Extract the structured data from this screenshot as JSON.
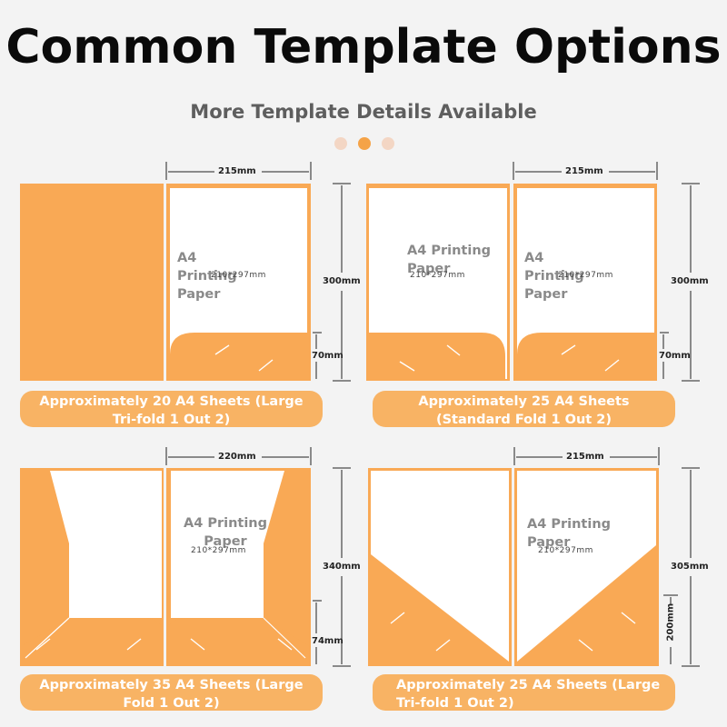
{
  "header": {
    "title": "Common Template Options",
    "subtitle": "More Template Details Available"
  },
  "carousel": {
    "count": 3,
    "active_index": 1
  },
  "colors": {
    "folder": "#f9a955",
    "caption_bg": "#f8b364",
    "paper": "#ffffff",
    "background": "#f3f3f3"
  },
  "templates": [
    {
      "paper_label": "A4 Printing Paper",
      "paper_size": "210*297mm",
      "width": "215mm",
      "height": "300mm",
      "pocket": "70mm",
      "caption": "Approximately 20 A4 Sheets (Large Tri-fold 1 Out 2)"
    },
    {
      "paper_label_left": "A4 Printing Paper",
      "paper_size_left": "210*297mm",
      "paper_label": "A4 Printing Paper",
      "paper_size": "210*297mm",
      "width": "215mm",
      "height": "300mm",
      "pocket": "70mm",
      "caption": "Approximately 25 A4 Sheets (Standard Fold 1 Out 2)"
    },
    {
      "paper_label": "A4 Printing Paper",
      "paper_size": "210*297mm",
      "width": "220mm",
      "height": "340mm",
      "pocket": "74mm",
      "caption": "Approximately 35 A4 Sheets (Large Fold 1 Out 2)"
    },
    {
      "paper_label": "A4 Printing Paper",
      "paper_size": "210*297mm",
      "width": "215mm",
      "height": "305mm",
      "pocket": "200mm",
      "caption": "Approximately 25 A4 Sheets (Large Tri-fold 1 Out 2)"
    }
  ]
}
